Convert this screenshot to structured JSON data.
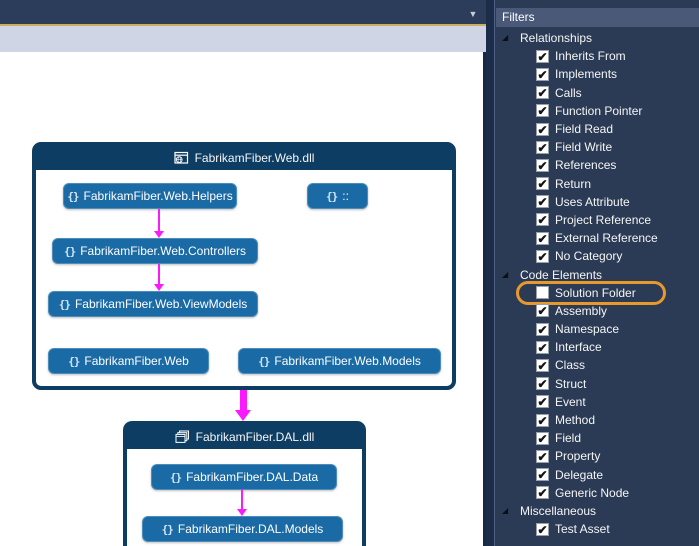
{
  "window": {
    "dropdown_icon": "dropdown"
  },
  "glyphs": {
    "dropdown": "▼",
    "expander": "◢",
    "check": "✔",
    "namespace": "{}"
  },
  "colors": {
    "canvas_bg": "#FFFFFF",
    "group_header": "#0D3D63",
    "node_fill": "#1A6AA5",
    "edge_magenta": "#FB1AFB",
    "panel_bg": "#2B3B55",
    "panel_header_bg": "#4A5977",
    "highlight_orange": "#E79A2B",
    "top_bar": "#2C3C5B",
    "gold_line": "#C9AD61",
    "toolbar_band": "#CFD5E4"
  },
  "canvas": {
    "namespace_glyph": "{}",
    "groups": [
      {
        "title": "FabrikamFiber.Web.dll",
        "icon": "web-application-icon",
        "nodes": [
          {
            "label": "FabrikamFiber.Web.Helpers"
          },
          {
            "label": "::"
          },
          {
            "label": "FabrikamFiber.Web.Controllers"
          },
          {
            "label": "FabrikamFiber.Web.ViewModels"
          },
          {
            "label": "FabrikamFiber.Web"
          },
          {
            "label": "FabrikamFiber.Web.Models"
          }
        ]
      },
      {
        "title": "FabrikamFiber.DAL.dll",
        "icon": "assembly-icon",
        "nodes": [
          {
            "label": "FabrikamFiber.DAL.Data"
          },
          {
            "label": "FabrikamFiber.DAL.Models"
          }
        ]
      }
    ],
    "edges": [
      {
        "from": "FabrikamFiber.Web.Helpers",
        "to": "FabrikamFiber.Web.Controllers",
        "style": "thin"
      },
      {
        "from": "FabrikamFiber.Web.Controllers",
        "to": "FabrikamFiber.Web.ViewModels",
        "style": "thin"
      },
      {
        "from": "FabrikamFiber.Web.dll",
        "to": "FabrikamFiber.DAL.dll",
        "style": "thick"
      },
      {
        "from": "FabrikamFiber.DAL.Data",
        "to": "FabrikamFiber.DAL.Models",
        "style": "thin"
      }
    ]
  },
  "filters": {
    "title": "Filters",
    "groups": [
      {
        "label": "Relationships",
        "items": [
          {
            "label": "Inherits From",
            "checked": true
          },
          {
            "label": "Implements",
            "checked": true
          },
          {
            "label": "Calls",
            "checked": true
          },
          {
            "label": "Function Pointer",
            "checked": true
          },
          {
            "label": "Field Read",
            "checked": true
          },
          {
            "label": "Field Write",
            "checked": true
          },
          {
            "label": "References",
            "checked": true
          },
          {
            "label": "Return",
            "checked": true
          },
          {
            "label": "Uses Attribute",
            "checked": true
          },
          {
            "label": "Project Reference",
            "checked": true
          },
          {
            "label": "External Reference",
            "checked": true
          },
          {
            "label": "No Category",
            "checked": true
          }
        ]
      },
      {
        "label": "Code Elements",
        "items": [
          {
            "label": "Solution Folder",
            "checked": false,
            "highlighted": true
          },
          {
            "label": "Assembly",
            "checked": true
          },
          {
            "label": "Namespace",
            "checked": true
          },
          {
            "label": "Interface",
            "checked": true
          },
          {
            "label": "Class",
            "checked": true
          },
          {
            "label": "Struct",
            "checked": true
          },
          {
            "label": "Event",
            "checked": true
          },
          {
            "label": "Method",
            "checked": true
          },
          {
            "label": "Field",
            "checked": true
          },
          {
            "label": "Property",
            "checked": true
          },
          {
            "label": "Delegate",
            "checked": true
          },
          {
            "label": "Generic Node",
            "checked": true
          }
        ]
      },
      {
        "label": "Miscellaneous",
        "items": [
          {
            "label": "Test Asset",
            "checked": true
          }
        ]
      }
    ]
  }
}
